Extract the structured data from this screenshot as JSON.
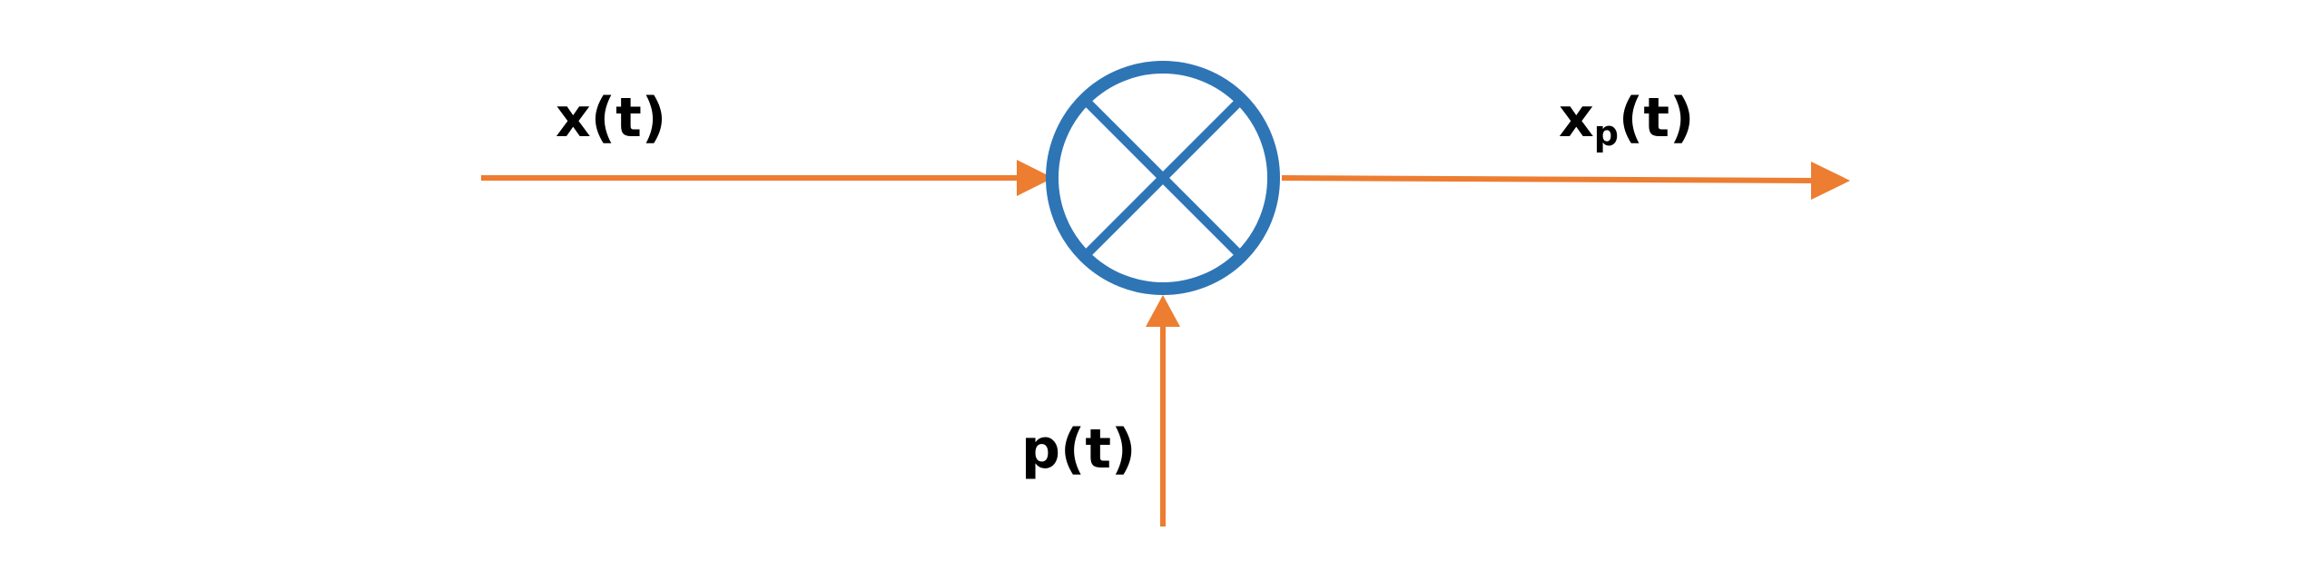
{
  "signals": {
    "input": {
      "name": "x",
      "arg": "(t)"
    },
    "carrier": {
      "name": "p",
      "arg": "(t)"
    },
    "output": {
      "name": "x",
      "subscript": "p",
      "arg": "(t)"
    }
  },
  "blocks": {
    "multiplier": {
      "symbol": "circle-x-icon"
    }
  },
  "colors": {
    "arrow": "#ED7D31",
    "block": "#2E75B6",
    "text": "#000000",
    "background": "#FFFFFF"
  }
}
